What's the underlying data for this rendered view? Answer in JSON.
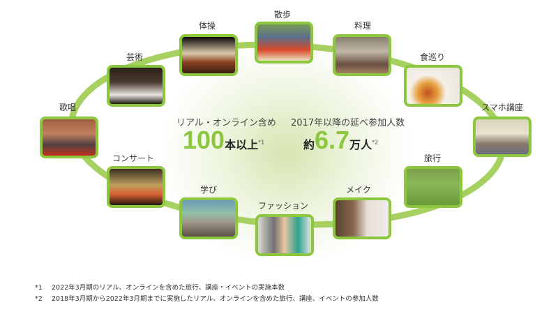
{
  "center": {
    "left": {
      "caption": "リアル・オンライン含め",
      "value": "100",
      "unit": "本以上",
      "note": "*1"
    },
    "right": {
      "caption": "2017年以降の延べ参加人数",
      "prefix": "約",
      "value": "6.7",
      "unit": "万人",
      "note": "*2"
    }
  },
  "activities": [
    {
      "label": "散歩",
      "photo": "tulip-garden-walk"
    },
    {
      "label": "料理",
      "photo": "cooking-kitchen"
    },
    {
      "label": "食巡り",
      "photo": "food-plates"
    },
    {
      "label": "スマホ講座",
      "photo": "smartphone-class"
    },
    {
      "label": "旅行",
      "photo": "hiking-meadow"
    },
    {
      "label": "メイク",
      "photo": "makeup-session"
    },
    {
      "label": "ファッション",
      "photo": "fashion-models"
    },
    {
      "label": "学び",
      "photo": "lecture-screen"
    },
    {
      "label": "コンサート",
      "photo": "concert-stage"
    },
    {
      "label": "歌唱",
      "photo": "singing-audience"
    },
    {
      "label": "芸術",
      "photo": "art-banquet-hall"
    },
    {
      "label": "体操",
      "photo": "exercise-stage"
    }
  ],
  "footnotes": [
    {
      "mark": "*1",
      "text": "2022年3月期のリアル、オンラインを含めた旅行、講座・イベントの実施本数"
    },
    {
      "mark": "*2",
      "text": "2018年3月期から2022年3月期までに実施したリアル、オンラインを含めた旅行、講座、イベントの参加人数"
    }
  ],
  "colors": {
    "accent": "#8dc63f",
    "ring": "#a6d060"
  }
}
